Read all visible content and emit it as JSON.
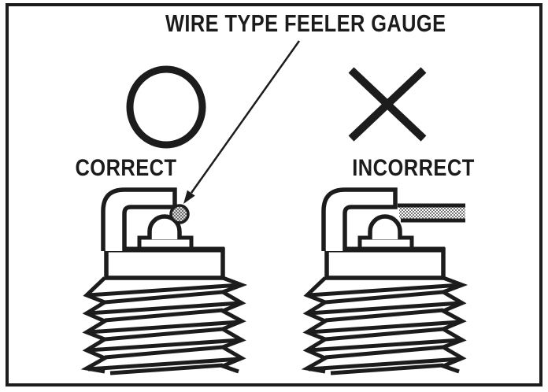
{
  "figure": {
    "title": "WIRE TYPE FEELER GAUGE",
    "panels": {
      "left": {
        "label": "CORRECT",
        "symbol": "circle"
      },
      "right": {
        "label": "INCORRECT",
        "symbol": "cross"
      }
    }
  },
  "colors": {
    "ink": "#1c1c1c",
    "paper": "#ffffff",
    "halftone_gray": "#777777"
  }
}
